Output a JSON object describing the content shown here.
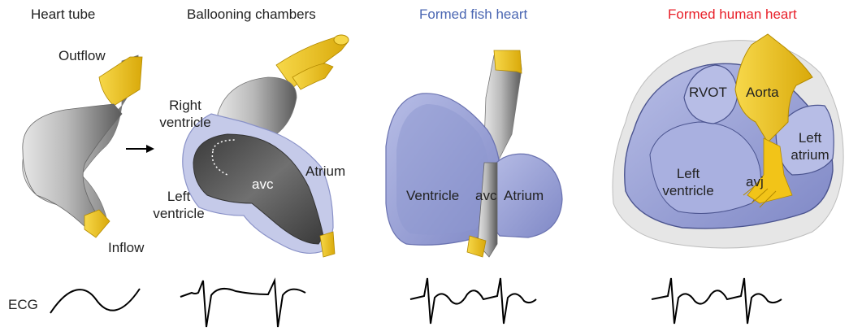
{
  "headings": {
    "heart_tube": "Heart tube",
    "ballooning": "Ballooning chambers",
    "fish": "Formed fish heart",
    "human": "Formed human heart"
  },
  "heading_colors": {
    "default": "#222222",
    "fish": "#4a66b2",
    "human": "#e8202a"
  },
  "panel1": {
    "outflow": "Outflow",
    "inflow": "Inflow"
  },
  "panel2": {
    "right_ventricle_1": "Right",
    "right_ventricle_2": "ventricle",
    "left_ventricle_1": "Left",
    "left_ventricle_2": "ventricle",
    "avc": "avc",
    "atrium": "Atrium"
  },
  "panel3": {
    "ventricle": "Ventricle",
    "avc": "avc",
    "atrium": "Atrium"
  },
  "panel4": {
    "rvot": "RVOT",
    "aorta": "Aorta",
    "left_atrium_1": "Left",
    "left_atrium_2": "atrium",
    "left_ventricle_1": "Left",
    "left_ventricle_2": "ventricle",
    "avj": "avj"
  },
  "ecg_label": "ECG",
  "colors": {
    "chamber_blue": "#9aa3d6",
    "gray_tube": "#9a9a9a",
    "vessel_yellow": "#f2c418",
    "arrow": "#000000"
  }
}
